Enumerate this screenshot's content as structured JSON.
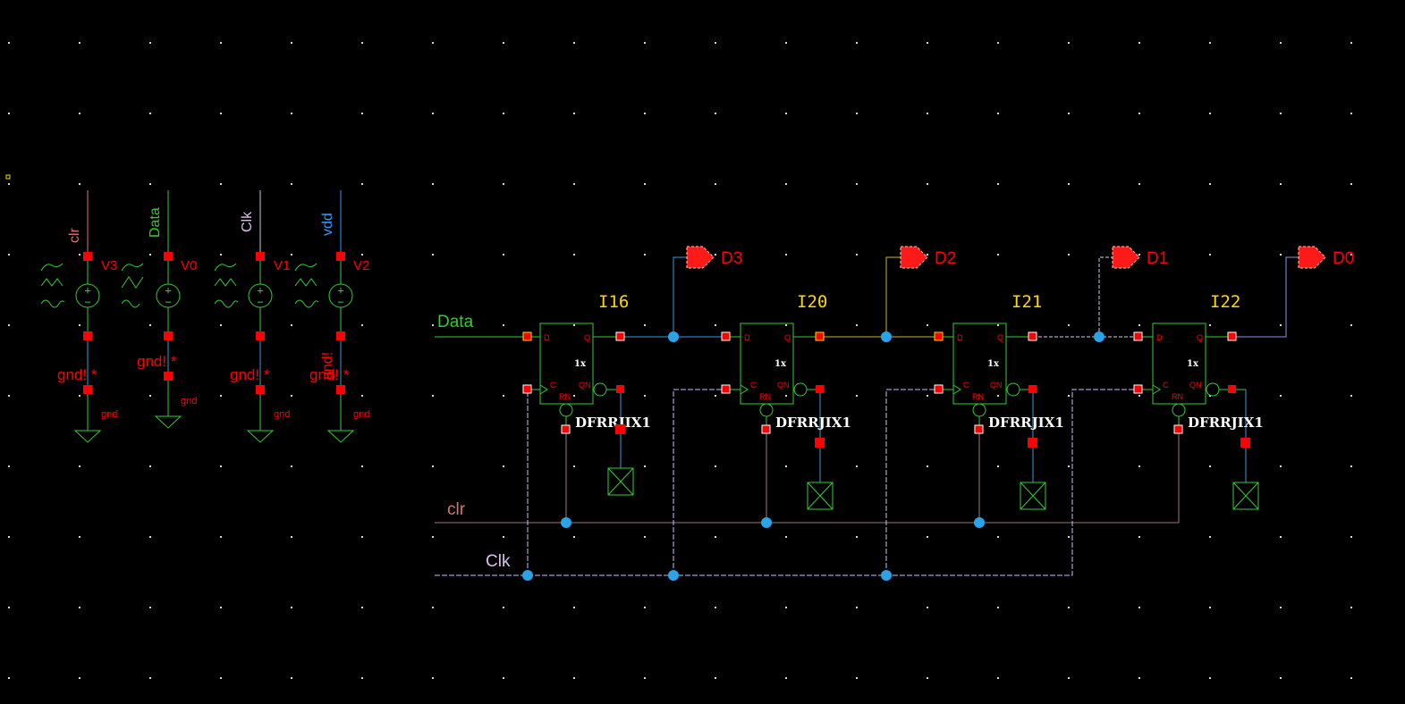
{
  "sources": [
    {
      "inst": "V3",
      "net": "clr",
      "net_color": "#e07070",
      "gnd_label": "gnd! *",
      "gnd_pin": "gnd"
    },
    {
      "inst": "V0",
      "net": "Data",
      "net_color": "#33cc33",
      "gnd_label": "gnd! *",
      "gnd_pin": "gnd"
    },
    {
      "inst": "V1",
      "net": "Clk",
      "net_color": "#dcc0e8",
      "gnd_label": "gnd! *",
      "gnd_pin": "gnd"
    },
    {
      "inst": "V2",
      "net": "vdd",
      "net_color": "#3399ff",
      "gnd_label": "gnd! *",
      "gnd_pin": "gnd"
    }
  ],
  "vertical_gnd_label": "gnd!",
  "flops": [
    {
      "inst": "I16",
      "cell": "DFRRJIX1",
      "size": "1x",
      "pin_d": "D",
      "pin_q": "Q",
      "pin_c": "C",
      "pin_rn": "RN",
      "pin_qn": "QN"
    },
    {
      "inst": "I20",
      "cell": "DFRRJIX1",
      "size": "1x",
      "pin_d": "D",
      "pin_q": "Q",
      "pin_c": "C",
      "pin_rn": "RN",
      "pin_qn": "QN"
    },
    {
      "inst": "I21",
      "cell": "DFRRJIX1",
      "size": "1x",
      "pin_d": "D",
      "pin_q": "Q",
      "pin_c": "C",
      "pin_rn": "RN",
      "pin_qn": "QN"
    },
    {
      "inst": "I22",
      "cell": "DFRRJIX1",
      "size": "1x",
      "pin_d": "D",
      "pin_q": "Q",
      "pin_c": "C",
      "pin_rn": "RN",
      "pin_qn": "QN"
    }
  ],
  "outputs": [
    "D3",
    "D2",
    "D1",
    "D0"
  ],
  "wire_labels": {
    "data": "Data",
    "clr": "clr",
    "clk": "Clk"
  },
  "colors": {
    "background": "#000000",
    "grid": "#d8d8d8",
    "pin": "#ff0000",
    "instance_text": "#ffd700",
    "component": "#33cc33",
    "wire_blue": "#3a9ad9",
    "wire_clr": "#a07878",
    "wire_clk": "#9090e0",
    "wire_yellow": "#c8b830",
    "dot": "#2aa3e8"
  }
}
